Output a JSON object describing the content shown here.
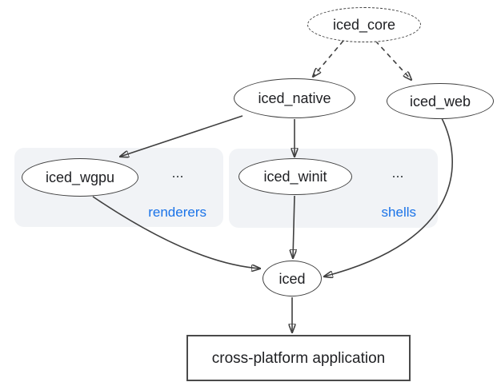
{
  "nodes": {
    "iced_core": {
      "label": "iced_core"
    },
    "iced_native": {
      "label": "iced_native"
    },
    "iced_web": {
      "label": "iced_web"
    },
    "iced_wgpu": {
      "label": "iced_wgpu"
    },
    "iced_winit": {
      "label": "iced_winit"
    },
    "iced": {
      "label": "iced"
    },
    "application": {
      "label": "cross-platform application"
    }
  },
  "groups": {
    "renderers": {
      "label": "renderers",
      "ellipsis": "..."
    },
    "shells": {
      "label": "shells",
      "ellipsis": "..."
    }
  },
  "edges": [
    {
      "from": "iced_core",
      "to": "iced_native",
      "style": "dashed"
    },
    {
      "from": "iced_core",
      "to": "iced_web",
      "style": "dashed"
    },
    {
      "from": "iced_native",
      "to": "iced_wgpu",
      "style": "solid"
    },
    {
      "from": "iced_native",
      "to": "iced_winit",
      "style": "solid"
    },
    {
      "from": "iced_wgpu",
      "to": "iced",
      "style": "solid"
    },
    {
      "from": "iced_winit",
      "to": "iced",
      "style": "solid"
    },
    {
      "from": "iced_web",
      "to": "iced",
      "style": "solid"
    },
    {
      "from": "iced",
      "to": "application",
      "style": "solid"
    }
  ],
  "colors": {
    "stroke": "#404040",
    "text": "#202124",
    "group_bg": "#f1f3f6",
    "group_label": "#1a73e8",
    "background": "#ffffff"
  }
}
